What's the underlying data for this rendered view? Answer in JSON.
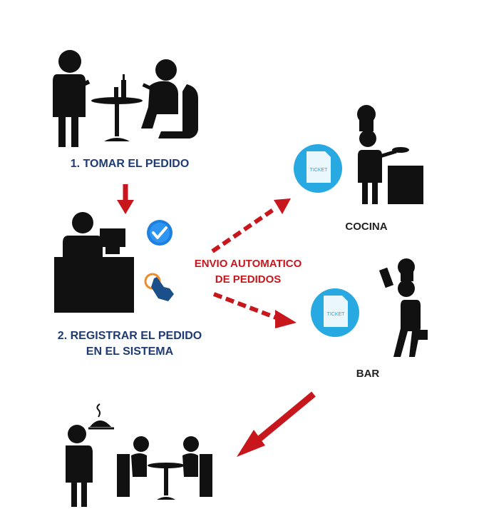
{
  "steps": {
    "take_order": "1. TOMAR EL PEDIDO",
    "register_line1": "2. REGISTRAR EL PEDIDO",
    "register_line2": "EN EL SISTEMA"
  },
  "auto_send": {
    "line1": "ENVIO AUTOMATICO",
    "line2": "DE PEDIDOS"
  },
  "destinations": {
    "kitchen": "COCINA",
    "bar": "BAR"
  },
  "ticket_text": "TICKET",
  "icons": {
    "order_waiter": "waiter-taking-order-icon",
    "register": "cashier-register-icon",
    "check": "check-badge-icon",
    "touch": "touch-hand-icon",
    "ticket": "order-ticket-icon",
    "chef": "chef-cooking-icon",
    "bartender": "bartender-icon",
    "serve": "waiter-serving-icon"
  },
  "colors": {
    "step_text": "#1f3b73",
    "arrow_red": "#c8161d",
    "ticket_circle": "#29a9e1",
    "figures": "#111111"
  }
}
